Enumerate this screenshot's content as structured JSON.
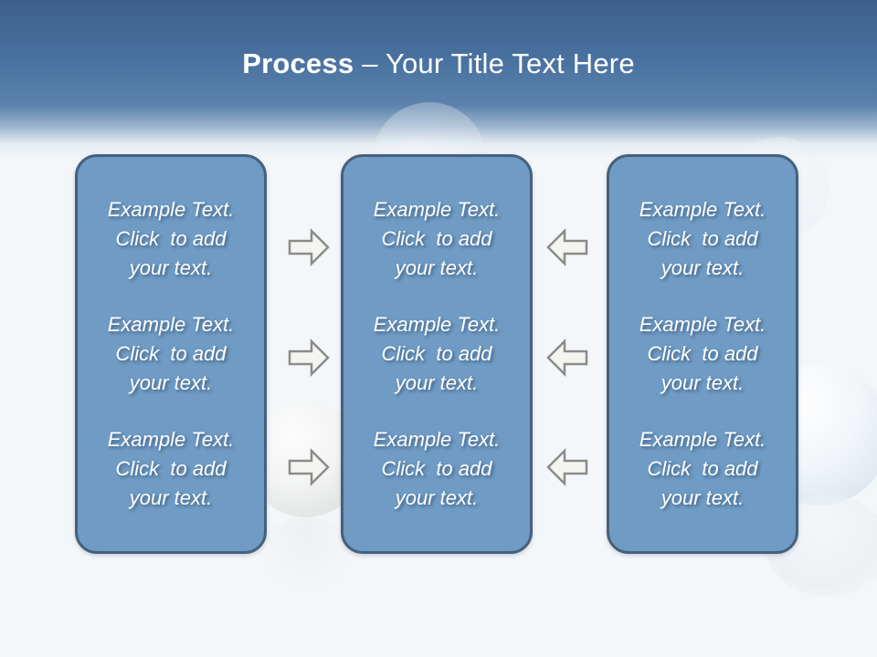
{
  "title": {
    "bold": "Process",
    "rest": "– Your Title Text Here"
  },
  "columns": [
    {
      "name": "left-column",
      "blocks": [
        "Example Text.\nClick  to add\nyour text.",
        "Example Text.\nClick  to add\nyour text.",
        "Example Text.\nClick  to add\nyour text."
      ]
    },
    {
      "name": "middle-column",
      "blocks": [
        "Example Text.\nClick  to add\nyour text.",
        "Example Text.\nClick  to add\nyour text.",
        "Example Text.\nClick  to add\nyour text."
      ]
    },
    {
      "name": "right-column",
      "blocks": [
        "Example Text.\nClick  to add\nyour text.",
        "Example Text.\nClick  to add\nyour text.",
        "Example Text.\nClick  to add\nyour text."
      ]
    }
  ],
  "arrows": [
    {
      "direction": "right",
      "from": "left-column",
      "to": "middle-column",
      "row": 1
    },
    {
      "direction": "right",
      "from": "left-column",
      "to": "middle-column",
      "row": 2
    },
    {
      "direction": "right",
      "from": "left-column",
      "to": "middle-column",
      "row": 3
    },
    {
      "direction": "left",
      "from": "right-column",
      "to": "middle-column",
      "row": 1
    },
    {
      "direction": "left",
      "from": "right-column",
      "to": "middle-column",
      "row": 2
    },
    {
      "direction": "left",
      "from": "right-column",
      "to": "middle-column",
      "row": 3
    }
  ],
  "colors": {
    "header_top": "#3c608a",
    "header_mid1": "#48709e",
    "header_mid2": "#5a82ad",
    "background": "#f4f7fa",
    "title_text": "#ffffff",
    "column_fill": "#6f9bc4",
    "column_border": "#45617d",
    "body_text": "#ffffff",
    "arrow_fill": "#f4f4f1",
    "arrow_stroke": "#8b8b89"
  }
}
